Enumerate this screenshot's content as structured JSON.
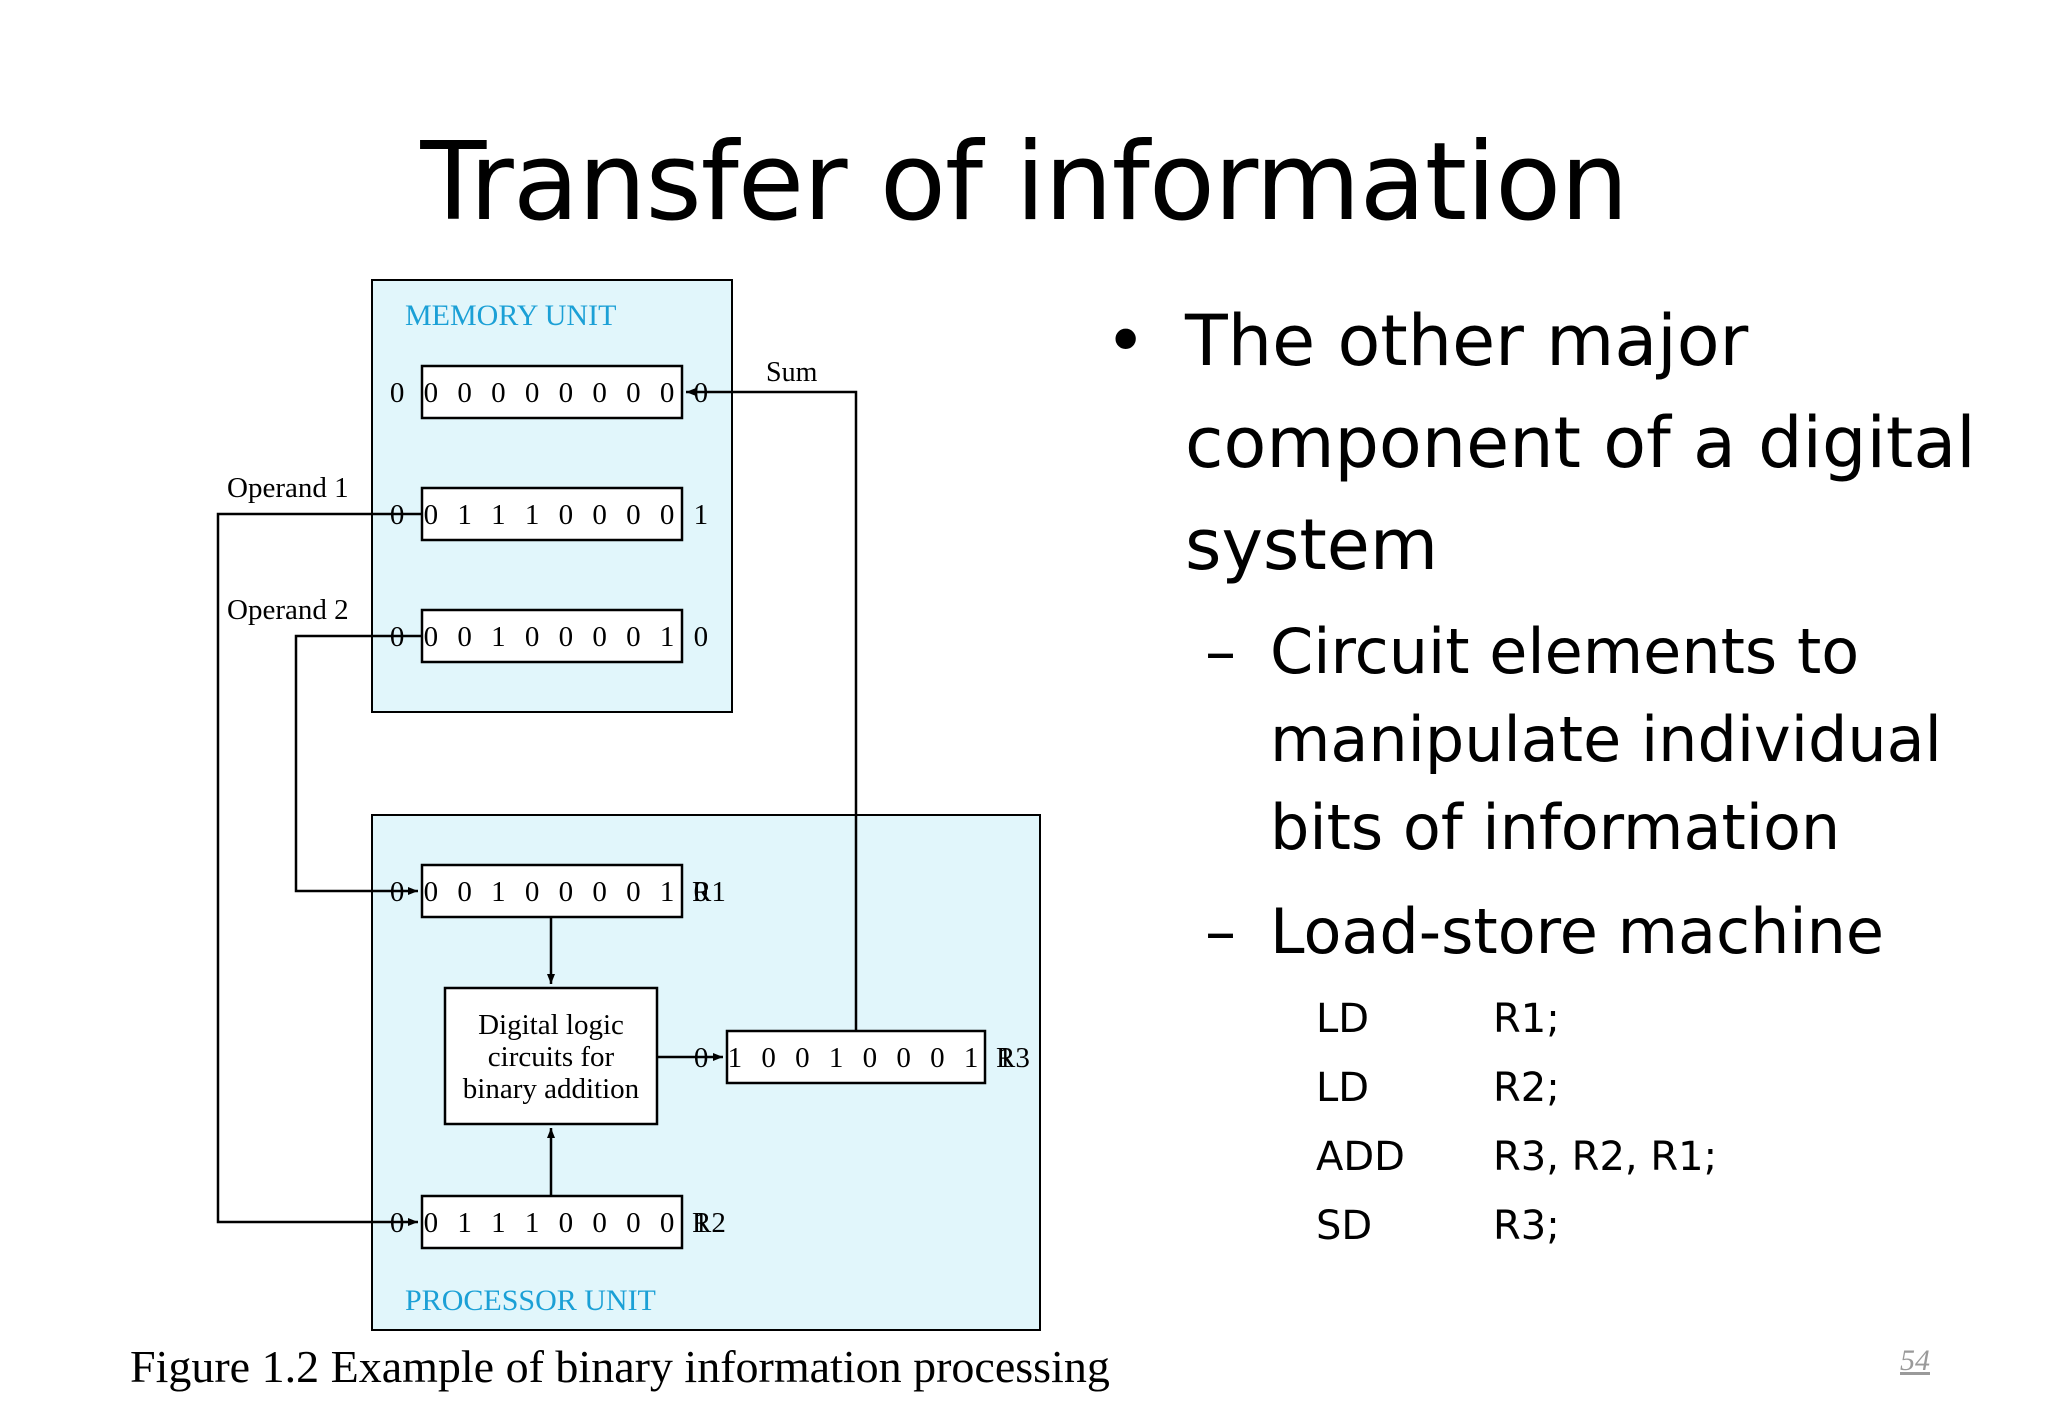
{
  "slide": {
    "title": "Transfer of information",
    "page_number": "54"
  },
  "figure": {
    "caption": "Figure 1.2 Example of binary information processing",
    "memory_unit_label": "MEMORY UNIT",
    "processor_unit_label": "PROCESSOR UNIT",
    "memory_words": [
      "0 0 0 0 0 0 0 0 0 0",
      "0 0 1 1 1 0 0 0 0 1",
      "0 0 0 1 0 0 0 0 1 0"
    ],
    "r1_value": "0 0 0 1 0 0 0 0 1 0",
    "r2_value": "0 0 1 1 1 0 0 0 0 1",
    "r3_value": "0 1 0 0 1 0 0 0 1 1",
    "r1_label": "R1",
    "r2_label": "R2",
    "r3_label": "R3",
    "sum_label": "Sum",
    "operand1_label": "Operand 1",
    "operand2_label": "Operand 2",
    "logic_lines": [
      "Digital logic",
      "circuits for",
      "binary addition"
    ]
  },
  "bullets": {
    "main": "The other major component of a digital system",
    "subs": [
      "Circuit elements to manipulate individual bits of information",
      "Load-store machine"
    ],
    "bullet_glyph": "•",
    "dash_glyph": "–"
  },
  "code": [
    {
      "op": "LD",
      "args": "R1;"
    },
    {
      "op": "LD",
      "args": "R2;"
    },
    {
      "op": "ADD",
      "args": "R3, R2, R1;"
    },
    {
      "op": "SD",
      "args": "R3;"
    }
  ],
  "colors": {
    "unit_fill": "#e1f6fb",
    "unit_label": "#1ba0d6"
  }
}
